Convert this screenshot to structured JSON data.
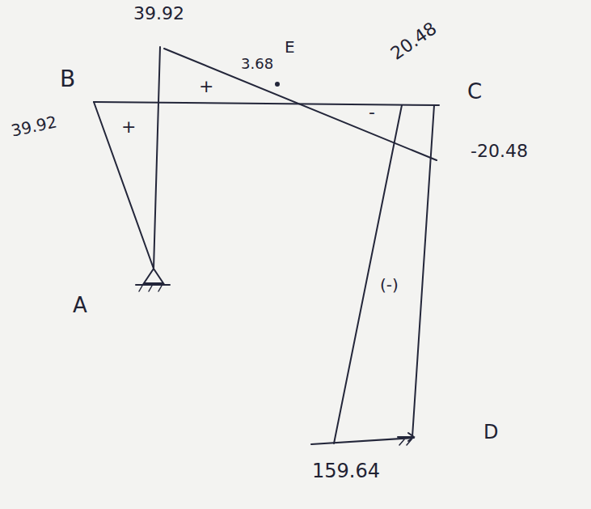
{
  "diagram": {
    "labels": [
      "39.92",
      "B",
      "39.92",
      "+",
      "+",
      "3.68",
      "E",
      "20.48",
      "C",
      "-",
      "-20.48",
      "A",
      "(-)",
      "D",
      "159.64"
    ]
  }
}
